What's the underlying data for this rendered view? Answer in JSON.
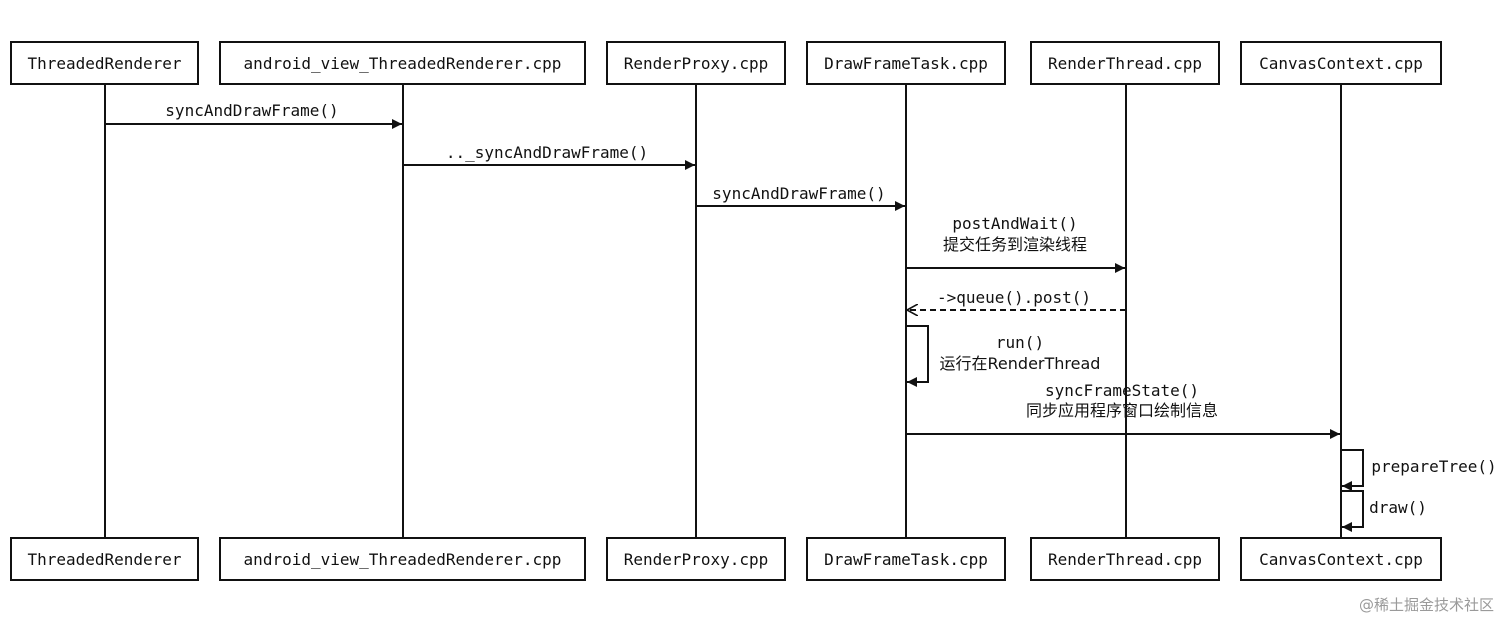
{
  "participants": [
    {
      "name": "ThreadedRenderer"
    },
    {
      "name": "android_view_ThreadedRenderer.cpp"
    },
    {
      "name": "RenderProxy.cpp"
    },
    {
      "name": "DrawFrameTask.cpp"
    },
    {
      "name": "RenderThread.cpp"
    },
    {
      "name": "CanvasContext.cpp"
    }
  ],
  "messages": [
    {
      "from": 0,
      "to": 1,
      "style": "solid",
      "lines": [
        "syncAndDrawFrame()"
      ]
    },
    {
      "from": 1,
      "to": 2,
      "style": "solid",
      "lines": [
        ".._syncAndDrawFrame()"
      ]
    },
    {
      "from": 2,
      "to": 3,
      "style": "solid",
      "lines": [
        "syncAndDrawFrame()"
      ]
    },
    {
      "from": 3,
      "to": 4,
      "style": "solid",
      "lines": [
        "postAndWait()",
        "提交任务到渲染线程"
      ]
    },
    {
      "from": 4,
      "to": 3,
      "style": "dashed",
      "lines": [
        "->queue().post()"
      ]
    },
    {
      "from": 3,
      "to": 3,
      "style": "self",
      "lines": [
        "run()",
        "运行在RenderThread"
      ]
    },
    {
      "from": 3,
      "to": 5,
      "style": "solid",
      "lines": [
        "syncFrameState()",
        "同步应用程序窗口绘制信息"
      ]
    },
    {
      "from": 5,
      "to": 5,
      "style": "self",
      "lines": [
        "prepareTree()"
      ]
    },
    {
      "from": 5,
      "to": 5,
      "style": "self",
      "lines": [
        "draw()"
      ]
    }
  ],
  "watermark": "@稀土掘金技术社区",
  "colors": {
    "line": "#111111",
    "background": "#ffffff",
    "watermark": "#9a9a9a"
  }
}
